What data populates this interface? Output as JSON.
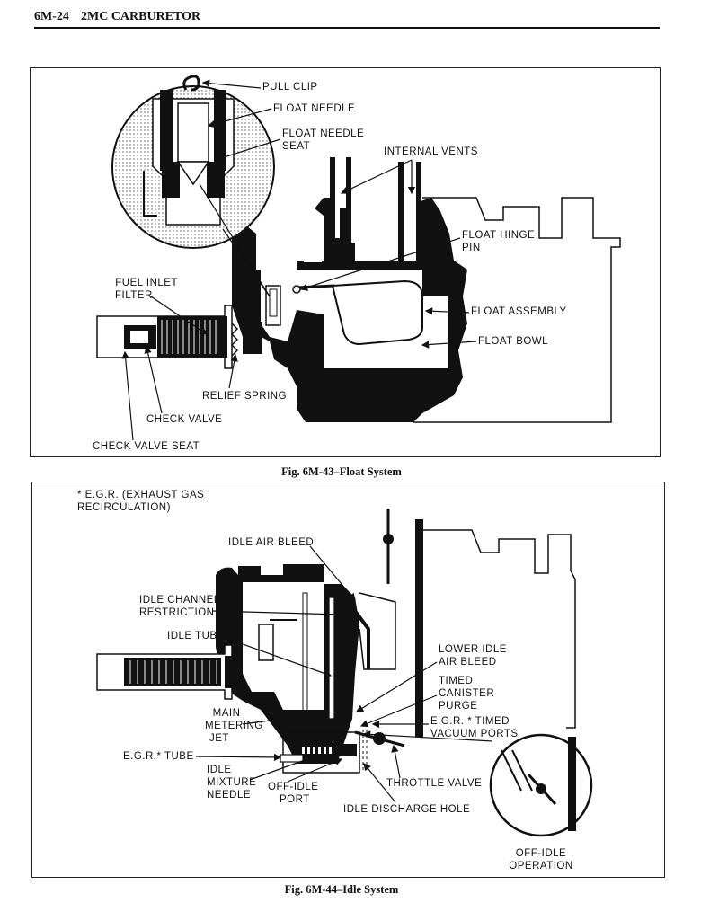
{
  "header": {
    "page_number": "6M-24",
    "section_title": "2MC CARBURETOR"
  },
  "figure1": {
    "caption": "Fig. 6M-43–Float System",
    "labels": {
      "pull_clip": "PULL CLIP",
      "float_needle": "FLOAT NEEDLE",
      "float_needle_seat_1": "FLOAT NEEDLE",
      "float_needle_seat_2": "SEAT",
      "internal_vents": "INTERNAL VENTS",
      "float_hinge_pin_1": "FLOAT HINGE",
      "float_hinge_pin_2": "PIN",
      "fuel_inlet_filter_1": "FUEL INLET",
      "fuel_inlet_filter_2": "FILTER",
      "float_assembly": "FLOAT ASSEMBLY",
      "float_bowl": "FLOAT BOWL",
      "relief_spring": "RELIEF SPRING",
      "check_valve": "CHECK VALVE",
      "check_valve_seat": "CHECK VALVE SEAT"
    }
  },
  "figure2": {
    "caption": "Fig. 6M-44–Idle System",
    "labels": {
      "egr_note_1": "* E.G.R. (EXHAUST GAS",
      "egr_note_2": "RECIRCULATION)",
      "idle_air_bleed": "IDLE AIR BLEED",
      "idle_channel_restriction_1": "IDLE CHANNEL",
      "idle_channel_restriction_2": "RESTRICTION",
      "idle_tube": "IDLE TUBE",
      "lower_idle_air_bleed_1": "LOWER IDLE",
      "lower_idle_air_bleed_2": "AIR BLEED",
      "timed_canister_purge_1": "TIMED",
      "timed_canister_purge_2": "CANISTER",
      "timed_canister_purge_3": "PURGE",
      "egr_timed_vacuum_ports_1": "E.G.R. * TIMED",
      "egr_timed_vacuum_ports_2": "VACUUM PORTS",
      "main_metering_jet_1": "MAIN",
      "main_metering_jet_2": "METERING",
      "main_metering_jet_3": "JET",
      "egr_tube": "E.G.R.* TUBE",
      "idle_mixture_needle_1": "IDLE",
      "idle_mixture_needle_2": "MIXTURE",
      "idle_mixture_needle_3": "NEEDLE",
      "off_idle_port_1": "OFF-IDLE",
      "off_idle_port_2": "PORT",
      "throttle_valve": "THROTTLE VALVE",
      "idle_discharge_hole": "IDLE DISCHARGE HOLE",
      "off_idle_operation_1": "OFF-IDLE",
      "off_idle_operation_2": "OPERATION"
    }
  }
}
